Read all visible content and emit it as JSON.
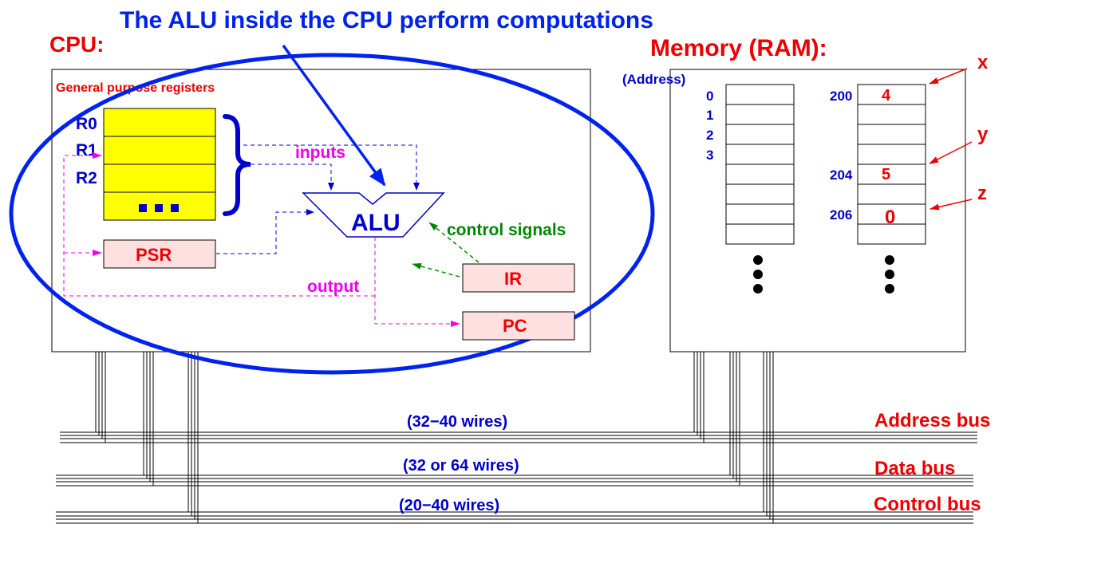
{
  "headline": "The ALU inside the CPU perform computations",
  "cpu": {
    "title": "CPU:",
    "gpr_label": "General purpose registers",
    "registers": [
      "R0",
      "R1",
      "R2"
    ],
    "ellipsis_row": "■ ■ ■",
    "psr": "PSR",
    "ir": "IR",
    "pc": "PC",
    "alu": "ALU",
    "inputs_label": "inputs",
    "output_label": "output",
    "control_label": "control signals"
  },
  "memory": {
    "title": "Memory (RAM):",
    "address_header": "(Address)",
    "left_addresses": [
      "0",
      "1",
      "2",
      "3"
    ],
    "right_addresses": [
      "200",
      "204",
      "206"
    ],
    "values": [
      "4",
      "5",
      "0"
    ],
    "var_labels": [
      "x",
      "y",
      "z"
    ]
  },
  "buses": [
    {
      "name": "Address bus",
      "wires": "(32−40 wires)"
    },
    {
      "name": "Data bus",
      "wires": "(32 or 64 wires)"
    },
    {
      "name": "Control bus",
      "wires": "(20−40 wires)"
    }
  ],
  "colors": {
    "red": "#ee0000",
    "blue": "#0000cc",
    "ellipse": "#0022ee",
    "magenta": "#ee00ee",
    "green": "#008800",
    "register_fill": "#ffff00",
    "box_fill": "#ffe0e0"
  }
}
